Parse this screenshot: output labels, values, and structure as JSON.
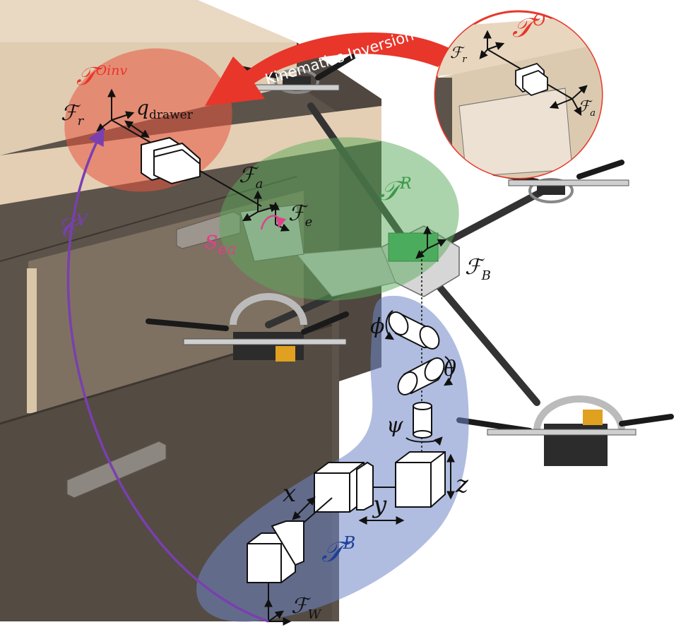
{
  "labels": {
    "kinematics_inversion": "Kinematics Inversion",
    "t_o_inv_main": "𝒯",
    "t_o_inv_sup": "Oinv",
    "t_o_main": "𝒯",
    "t_o_sup": "O",
    "t_r_main": "𝒯",
    "t_r_sup": "R",
    "t_b_main": "𝒯",
    "t_b_sup": "B",
    "c_v_main": "𝒞",
    "c_v_sup": "V",
    "f_r_main": "ℱ",
    "f_r_sub": "r",
    "f_r_zoom_main": "ℱ",
    "f_r_zoom_sub": "r",
    "f_a_zoom_main": "ℱ",
    "f_a_zoom_sub": "a",
    "f_a_main": "ℱ",
    "f_a_sub": "a",
    "f_e_main": "ℱ",
    "f_e_sub": "e",
    "f_b_main": "ℱ",
    "f_b_sub": "B",
    "f_w_main": "ℱ",
    "f_w_sub": "W",
    "q_drawer_main": "q",
    "q_drawer_sub": "drawer",
    "s_ea_main": "s",
    "s_ea_sub": "ea",
    "phi": "ϕ",
    "theta": "θ",
    "psi": "ψ",
    "x": "x",
    "y": "y",
    "z": "z"
  },
  "colors": {
    "red_region": "#e8553f",
    "red_text": "#e8362a",
    "green_region": "#5aaa5a",
    "green_text": "#3a9a4a",
    "blue_region": "#6f86c6",
    "blue_text": "#1f3f9a",
    "purple_curve": "#7a3fb0",
    "magenta": "#e0408a",
    "furniture_top": "#e8d6bf",
    "furniture_dark": "#5e554c"
  }
}
